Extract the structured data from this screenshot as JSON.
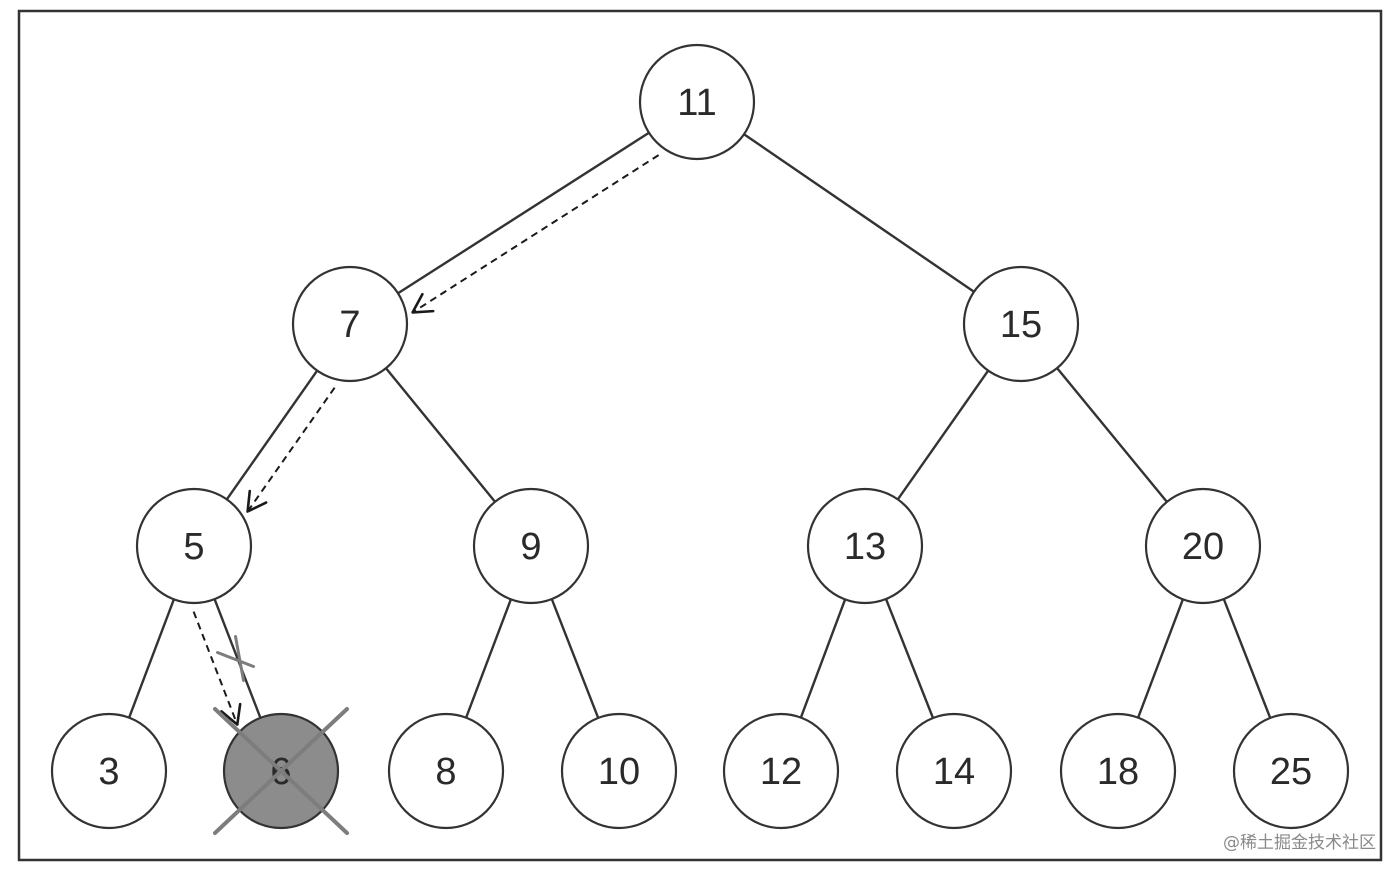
{
  "diagram": {
    "type": "binary-search-tree",
    "nodes": [
      {
        "id": "n11",
        "label": "11"
      },
      {
        "id": "n7",
        "label": "7"
      },
      {
        "id": "n15",
        "label": "15"
      },
      {
        "id": "n5",
        "label": "5"
      },
      {
        "id": "n9",
        "label": "9"
      },
      {
        "id": "n13",
        "label": "13"
      },
      {
        "id": "n20",
        "label": "20"
      },
      {
        "id": "n3",
        "label": "3"
      },
      {
        "id": "n6",
        "label": "6",
        "state": "removed"
      },
      {
        "id": "n8",
        "label": "8"
      },
      {
        "id": "n10",
        "label": "10"
      },
      {
        "id": "n12",
        "label": "12"
      },
      {
        "id": "n14",
        "label": "14"
      },
      {
        "id": "n18",
        "label": "18"
      },
      {
        "id": "n25",
        "label": "25"
      }
    ],
    "edges": [
      {
        "from": "n11",
        "to": "n7"
      },
      {
        "from": "n11",
        "to": "n15"
      },
      {
        "from": "n7",
        "to": "n5"
      },
      {
        "from": "n7",
        "to": "n9"
      },
      {
        "from": "n15",
        "to": "n13"
      },
      {
        "from": "n15",
        "to": "n20"
      },
      {
        "from": "n5",
        "to": "n3"
      },
      {
        "from": "n5",
        "to": "n6",
        "state": "removed"
      },
      {
        "from": "n9",
        "to": "n8"
      },
      {
        "from": "n9",
        "to": "n10"
      },
      {
        "from": "n13",
        "to": "n12"
      },
      {
        "from": "n13",
        "to": "n14"
      },
      {
        "from": "n20",
        "to": "n18"
      },
      {
        "from": "n20",
        "to": "n25"
      }
    ],
    "search_path": [
      "n11",
      "n7",
      "n5",
      "n6"
    ],
    "colors": {
      "node_fill": "#ffffff",
      "node_stroke": "#333333",
      "removed_fill": "#8c8c8c",
      "cross_stroke": "#7d7d7d",
      "edge_stroke": "#333333",
      "border": "#333333"
    }
  },
  "watermark": "@稀土掘金技术社区"
}
